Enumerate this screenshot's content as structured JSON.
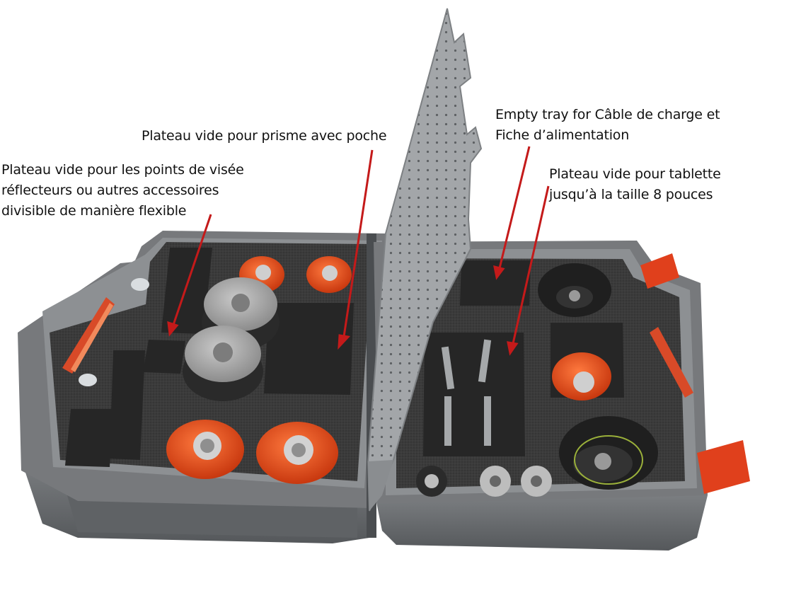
{
  "annotations": {
    "prism_tray": {
      "line1": "Plateau vide pour prisme avec poche"
    },
    "reflector_tray": {
      "line1": "Plateau vide pour les points de visée",
      "line2": "réflecteurs ou autres accessoires",
      "line3": "divisible de manière flexible"
    },
    "cable_tray": {
      "line1": "Empty tray for Câble de charge et",
      "line2": "Fiche d’alimentation"
    },
    "tablet_tray": {
      "line1": "Plateau vide pour tablette",
      "line2": "jusqu’à la taille 8 pouces"
    }
  },
  "colors": {
    "arrow": "#c41a1a",
    "case_gray": "#6f7275",
    "foam": "#3a3a3a",
    "accent_orange": "#e2471c",
    "handle_red": "#e04a2a",
    "lid_gray": "#9ea1a4"
  }
}
